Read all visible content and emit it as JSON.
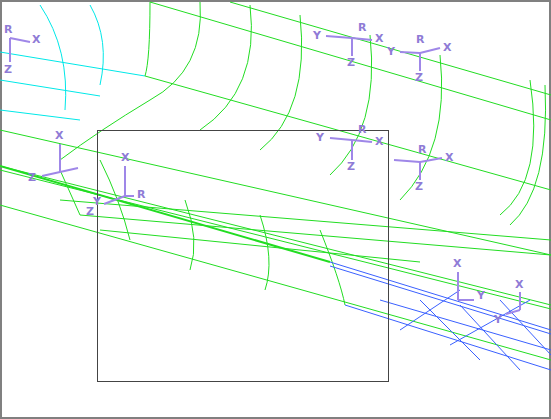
{
  "diagram": {
    "labels": [
      "R",
      "X",
      "Z",
      "R",
      "X",
      "Y",
      "Z",
      "R",
      "X",
      "Y",
      "Z",
      "R",
      "X",
      "Y",
      "Z",
      "R",
      "X",
      "Z",
      "X",
      "Z",
      "X",
      "Y",
      "R",
      "Z",
      "X",
      "Y",
      "X",
      "Y"
    ]
  }
}
